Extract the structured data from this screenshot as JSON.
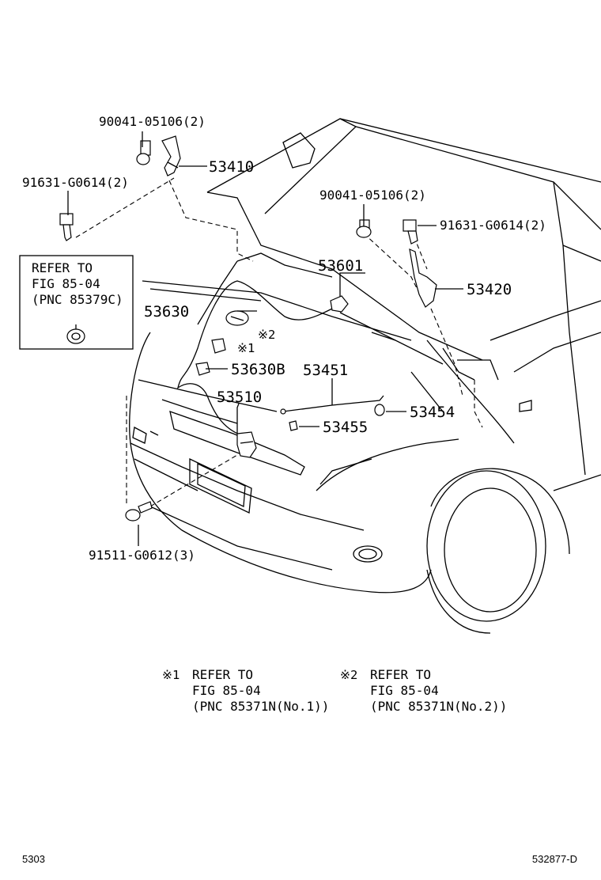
{
  "parts": {
    "bolt_hinge_left": "90041-05106(2)",
    "hinge_left": "53410",
    "bolt_left_lower": "91631-G0614(2)",
    "bolt_hinge_right": "90041-05106(2)",
    "bolt_right": "91631-G0614(2)",
    "hinge_right": "53420",
    "part_53601": "53601",
    "cable": "53630",
    "clamp": "53630B",
    "support_rod": "53451",
    "holder": "53454",
    "rod_grommet": "53455",
    "lock": "53510",
    "bolt_lock": "91511-G0612(3)"
  },
  "refer_box": {
    "line1": "REFER TO",
    "line2": "FIG 85-04",
    "line3": "(PNC 85379C)"
  },
  "markers": {
    "m1": "※1",
    "m2": "※2"
  },
  "notes": {
    "note1": {
      "marker": "※1",
      "line1": "REFER TO",
      "line2": "FIG 85-04",
      "line3": "(PNC 85371N(No.1))"
    },
    "note2": {
      "marker": "※2",
      "line1": "REFER TO",
      "line2": "FIG 85-04",
      "line3": "(PNC 85371N(No.2))"
    }
  },
  "footer": {
    "left": "5303",
    "right": "532877-D"
  }
}
